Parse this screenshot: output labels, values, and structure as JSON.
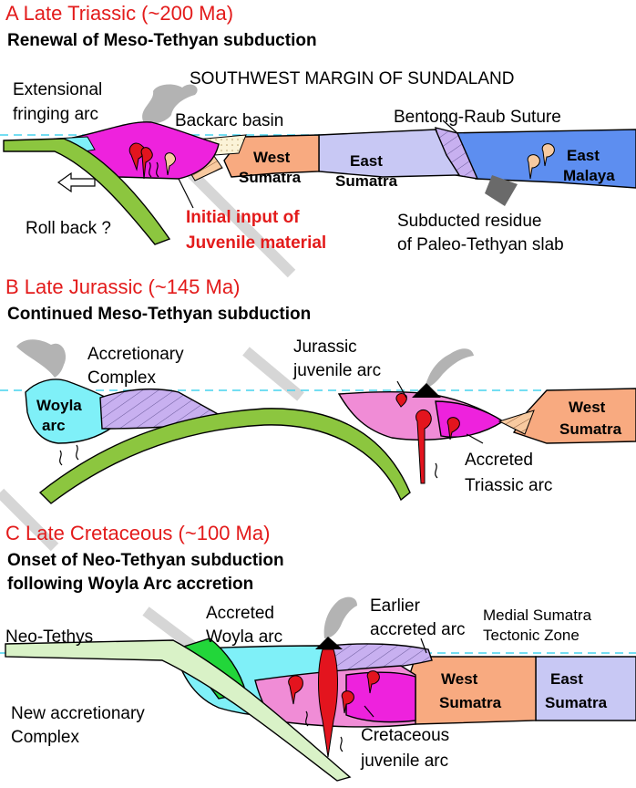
{
  "colors": {
    "slab_green": "#8cc63f",
    "slab_pale": "#d9f2c7",
    "arc_magenta": "#ee22dd",
    "arc_pink": "#f08cd6",
    "woyla_cyan": "#7ff0f8",
    "west_sumatra": "#f8aa80",
    "east_sumatra": "#c8c8f4",
    "east_malaya": "#5d8ef0",
    "accretion_purple": "#c8b0f0",
    "new_accretion_green": "#22d63a",
    "sea_line": "#46d3ee",
    "title_red": "#e31b1b",
    "pluton_red": "#e3141e",
    "pluton_tan": "#f8caa0"
  },
  "panel_a": {
    "title": "A  Late Triassic (~200 Ma)",
    "subtitle": "Renewal of Meso-Tethyan subduction",
    "margin_label": "SOUTHWEST MARGIN OF SUNDALAND",
    "fringing_arc_1": "Extensional",
    "fringing_arc_2": "fringing arc",
    "backarc": "Backarc basin",
    "suture": "Bentong-Raub Suture",
    "west_1": "West",
    "west_2": "Sumatra",
    "east_1": "East",
    "east_2": "Sumatra",
    "malaya_1": "East",
    "malaya_2": "Malaya",
    "rollback": "Roll back ?",
    "juvenile_1": "Initial input of",
    "juvenile_2": "Juvenile material",
    "residue_1": "Subducted residue",
    "residue_2": "of Paleo-Tethyan slab"
  },
  "panel_b": {
    "title": "B  Late Jurassic (~145 Ma)",
    "subtitle": "Continued Meso-Tethyan subduction",
    "accretionary_1": "Accretionary",
    "accretionary_2": "Complex",
    "jurassic_1": "Jurassic",
    "jurassic_2": "juvenile arc",
    "woyla_1": "Woyla",
    "woyla_2": "arc",
    "west_1": "West",
    "west_2": "Sumatra",
    "accreted_1": "Accreted",
    "accreted_2": "Triassic arc"
  },
  "panel_c": {
    "title": "C  Late Cretaceous (~100 Ma)",
    "subtitle_1": "Onset of Neo-Tethyan subduction",
    "subtitle_2": "following Woyla Arc accretion",
    "neo_tethys": "Neo-Tethys",
    "woyla_1": "Accreted",
    "woyla_2": "Woyla arc",
    "earlier_1": "Earlier",
    "earlier_2": "accreted arc",
    "medial_1": "Medial Sumatra",
    "medial_2": "Tectonic Zone",
    "west_1": "West",
    "west_2": "Sumatra",
    "east_1": "East",
    "east_2": "Sumatra",
    "new_acc_1": "New accretionary",
    "new_acc_2": "Complex",
    "cretaceous_1": "Cretaceous",
    "cretaceous_2": "juvenile arc"
  }
}
